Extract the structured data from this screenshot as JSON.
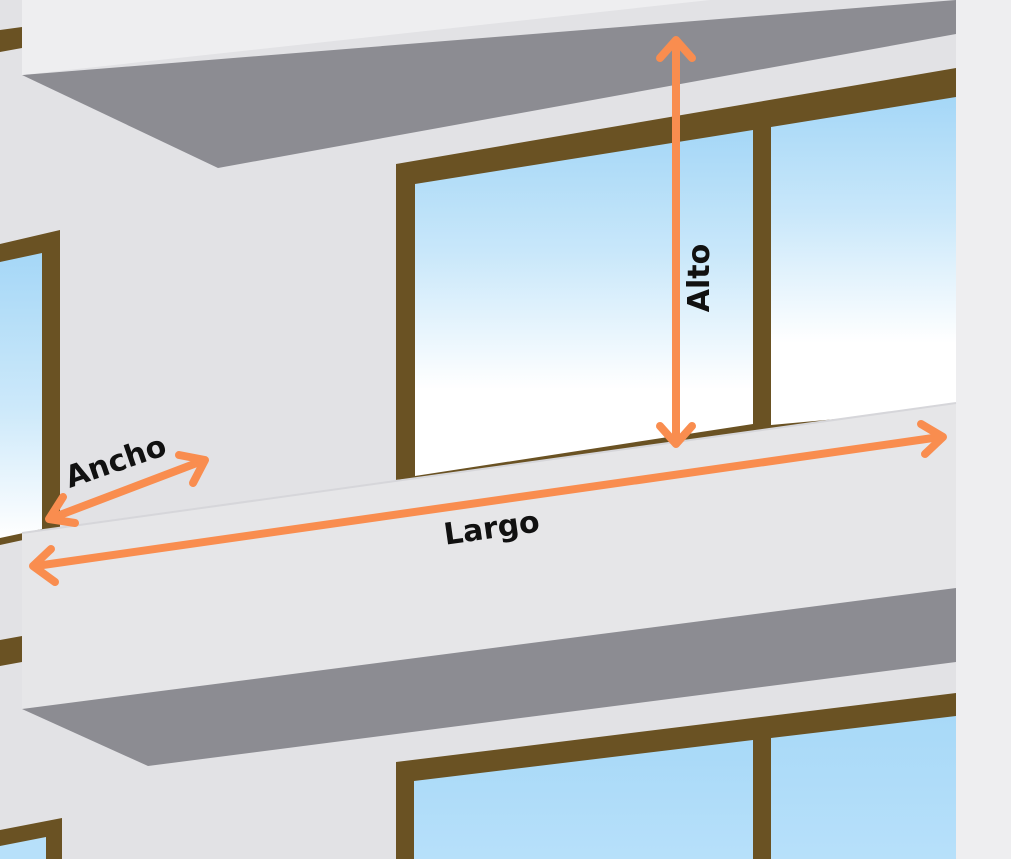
{
  "labels": {
    "alto": "Alto",
    "ancho": "Ancho",
    "largo": "Largo"
  },
  "colors": {
    "arrow": "#F98D4F",
    "wall_light": "#E2E2E5",
    "wall_pale": "#EEEEF0",
    "slab_front": "#E6E6E8",
    "slab_underside": "#8C8C92",
    "window_frame": "#6A5223",
    "glass_top": "#A5D7F7",
    "glass_bottom": "#FFFFFF",
    "label_text": "#111111"
  }
}
